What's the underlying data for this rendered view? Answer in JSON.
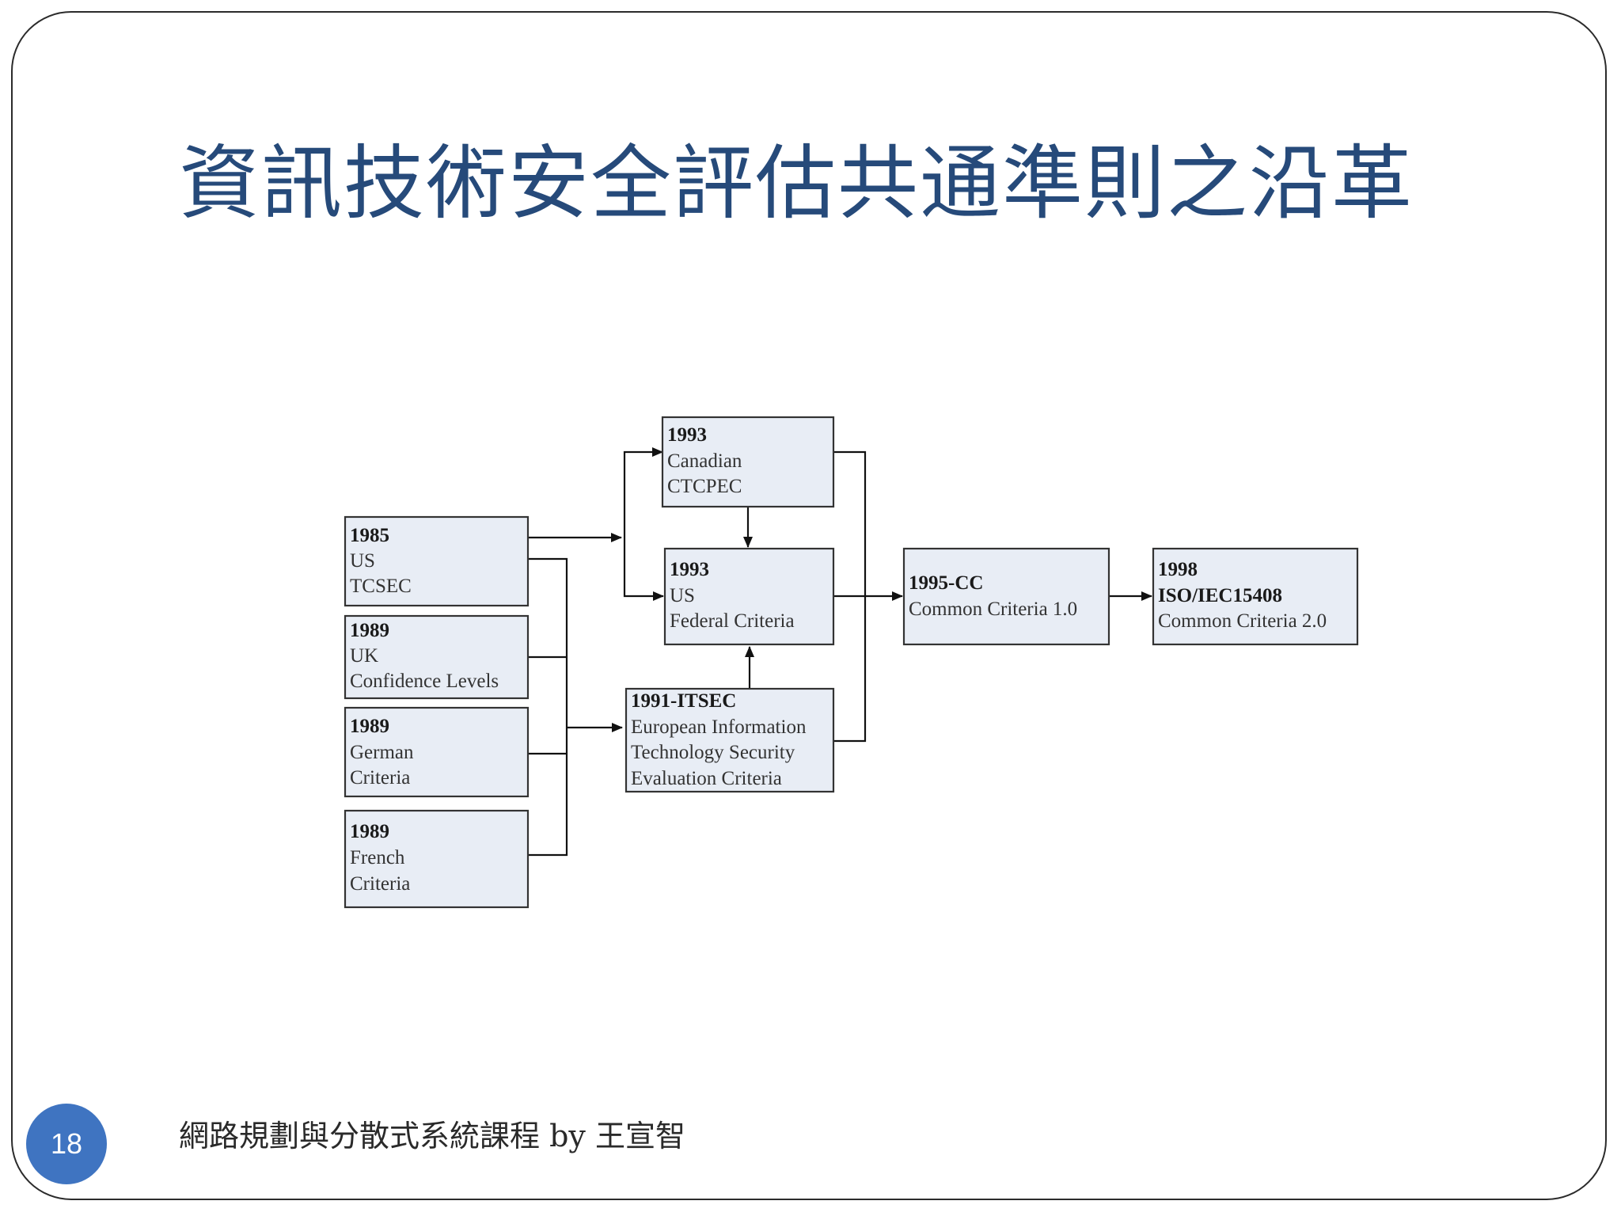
{
  "slide": {
    "title": "資訊技術安全評估共通準則之沿革",
    "page_number": "18",
    "footer": "網路規劃與分散式系統課程  by 王宣智"
  },
  "colors": {
    "title": "#264a7a",
    "badge": "#3f74c1",
    "box_fill": "#e8edf5",
    "box_border": "#333333"
  },
  "diagram": {
    "nodes": [
      {
        "id": "tcsec",
        "lines": [
          "1985",
          "US",
          "TCSEC"
        ]
      },
      {
        "id": "uk",
        "lines": [
          "1989",
          "UK",
          "Confidence Levels"
        ]
      },
      {
        "id": "german",
        "lines": [
          "1989",
          "German",
          "Criteria"
        ]
      },
      {
        "id": "french",
        "lines": [
          "1989",
          "French",
          "Criteria"
        ]
      },
      {
        "id": "canadian",
        "lines": [
          "1993",
          "Canadian",
          "CTCPEC"
        ]
      },
      {
        "id": "federal",
        "lines": [
          "1993",
          "US",
          "Federal Criteria"
        ]
      },
      {
        "id": "itsec",
        "lines": [
          "1991-ITSEC",
          "European Information",
          "Technology Security",
          "Evaluation Criteria"
        ]
      },
      {
        "id": "cc1",
        "lines": [
          "1995-CC",
          "Common Criteria 1.0"
        ]
      },
      {
        "id": "iso",
        "lines": [
          "1998",
          "ISO/IEC15408",
          "Common Criteria 2.0"
        ]
      }
    ]
  }
}
